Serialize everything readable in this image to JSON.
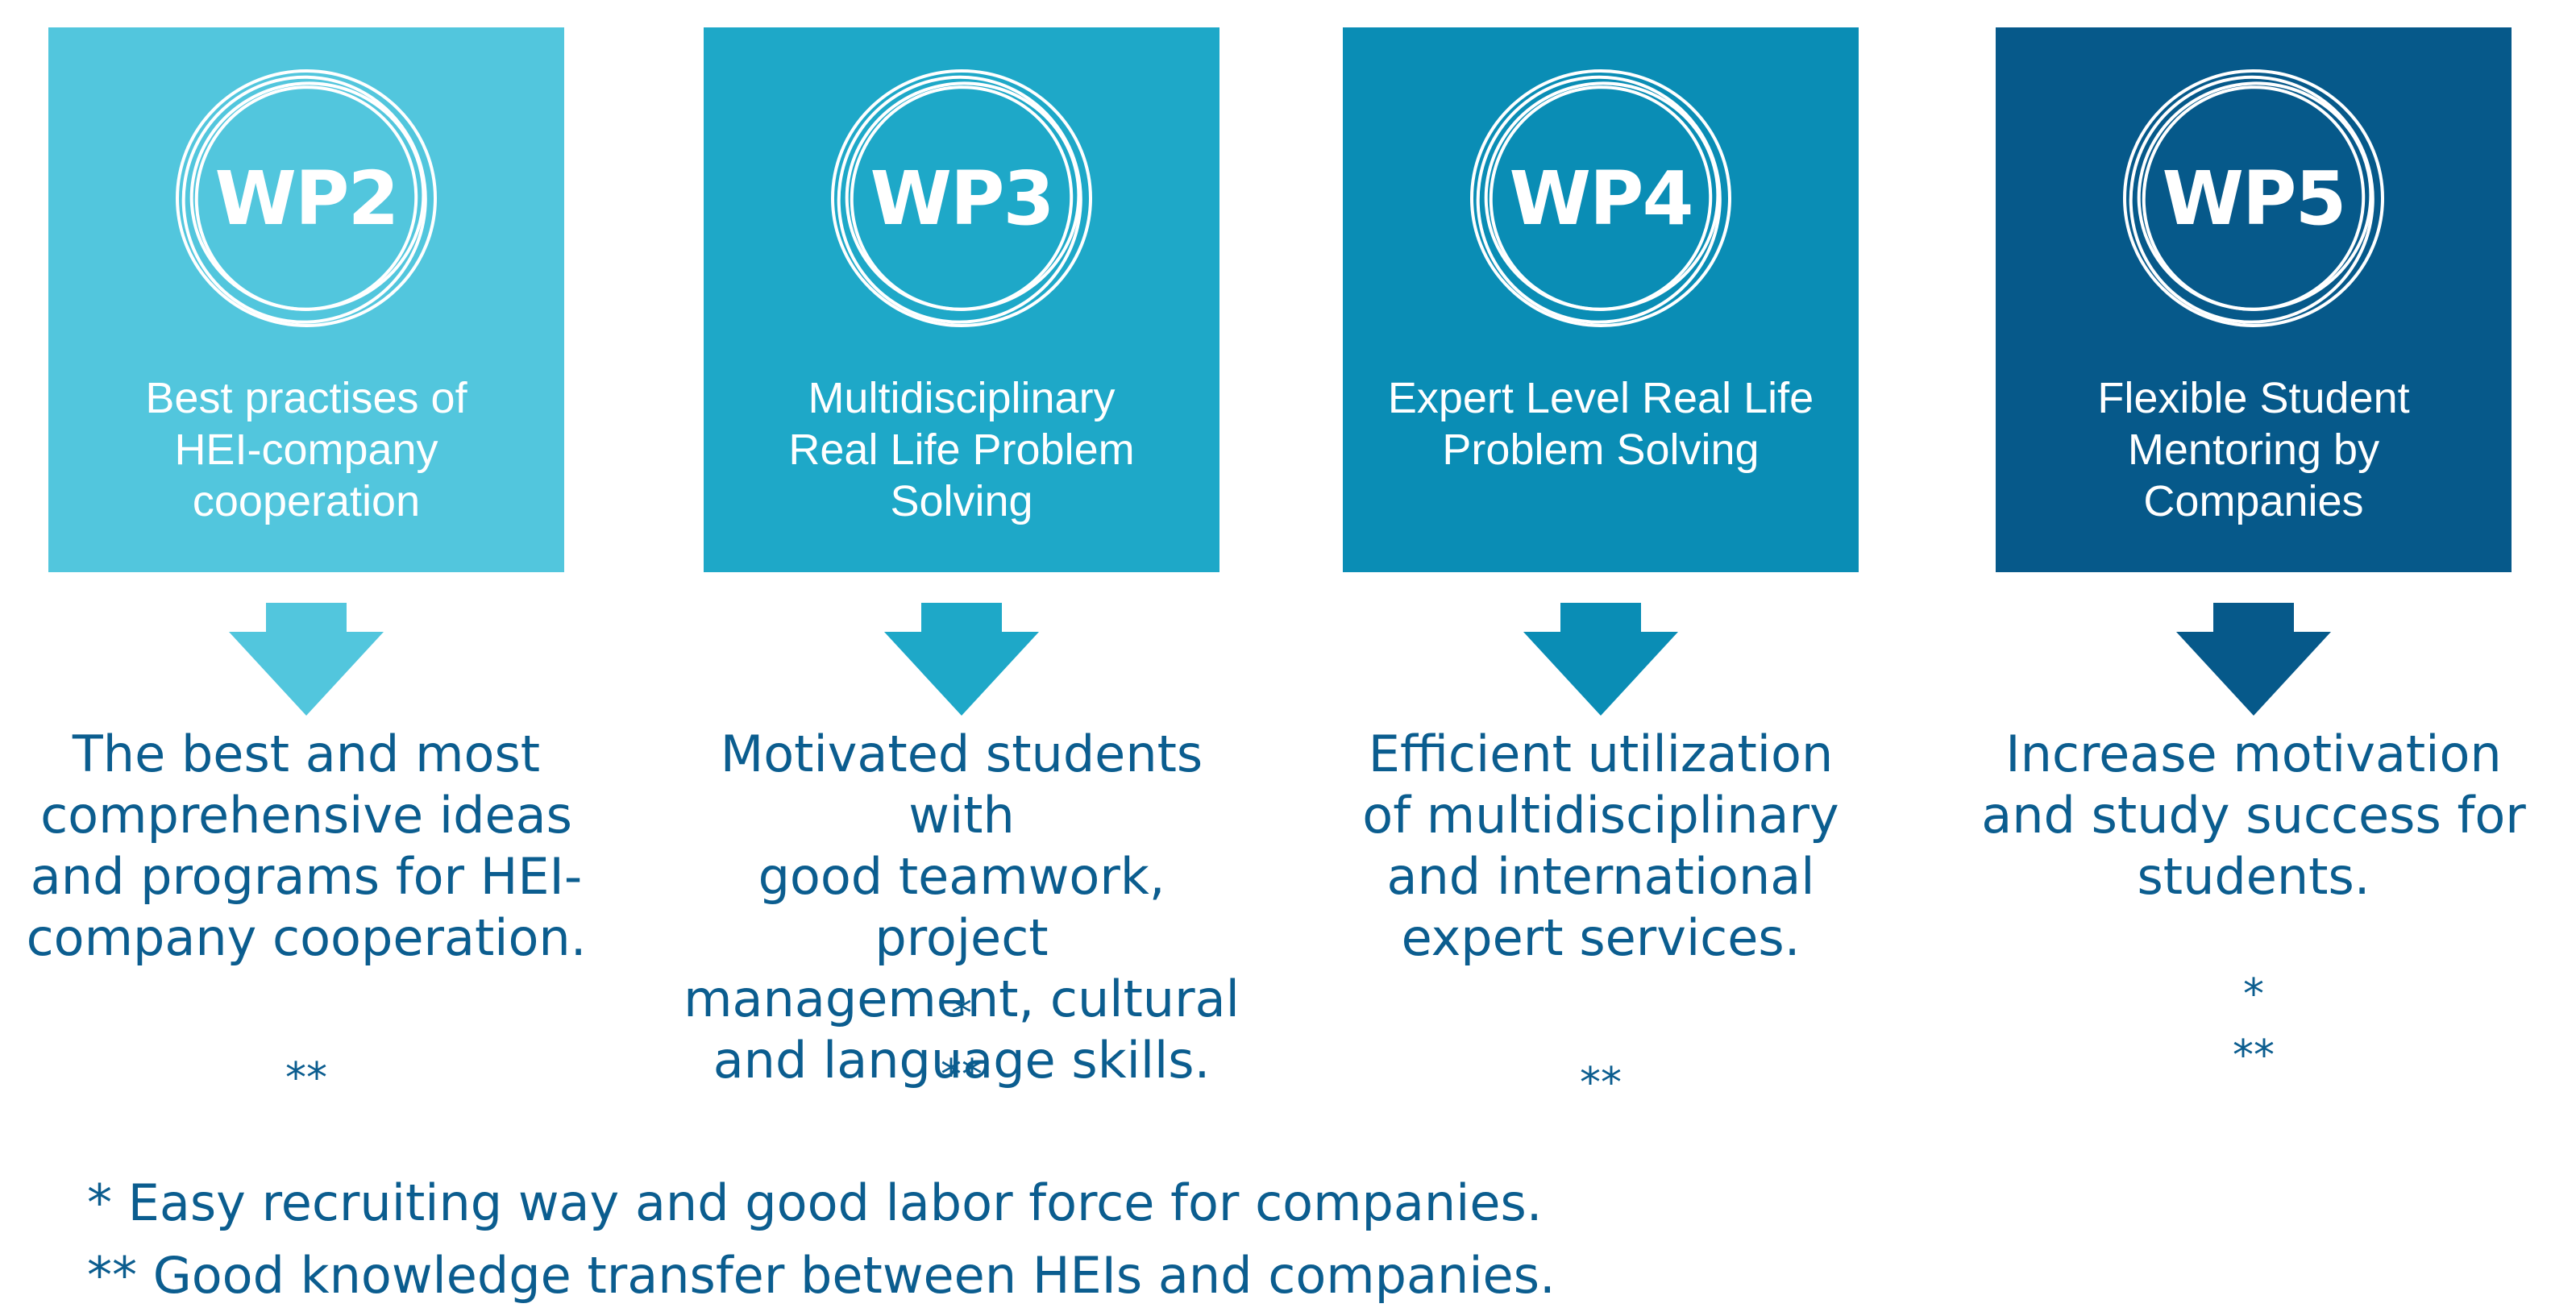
{
  "columns": [
    {
      "badge": "WP2",
      "title": "Best practises of\nHEI-company\ncooperation",
      "outcome": "The best and most\ncomprehensive ideas\nand programs for HEI-\ncompany cooperation.",
      "markers": "**",
      "color": "#52c6dd"
    },
    {
      "badge": "WP3",
      "title": "Multidisciplinary\nReal Life Problem\nSolving",
      "outcome": "Motivated students with\ngood teamwork, project\nmanagement, cultural\nand language skills.",
      "markers": "*\n**",
      "color": "#1ea8c8"
    },
    {
      "badge": "WP4",
      "title": "Expert Level Real Life\nProblem Solving",
      "outcome": "Efficient utilization\nof multidisciplinary\nand international\nexpert services.",
      "markers": "**",
      "color": "#0a8db5"
    },
    {
      "badge": "WP5",
      "title": "Flexible Student\nMentoring by\nCompanies",
      "outcome": "Increase motivation\nand study success for\nstudents.",
      "markers": "*\n**",
      "color": "#06598a"
    }
  ],
  "footnotes": {
    "single": "* Easy recruiting way and good labor force for companies.",
    "double": "** Good knowledge transfer between HEIs and companies."
  },
  "text_color": "#0b5d8f"
}
